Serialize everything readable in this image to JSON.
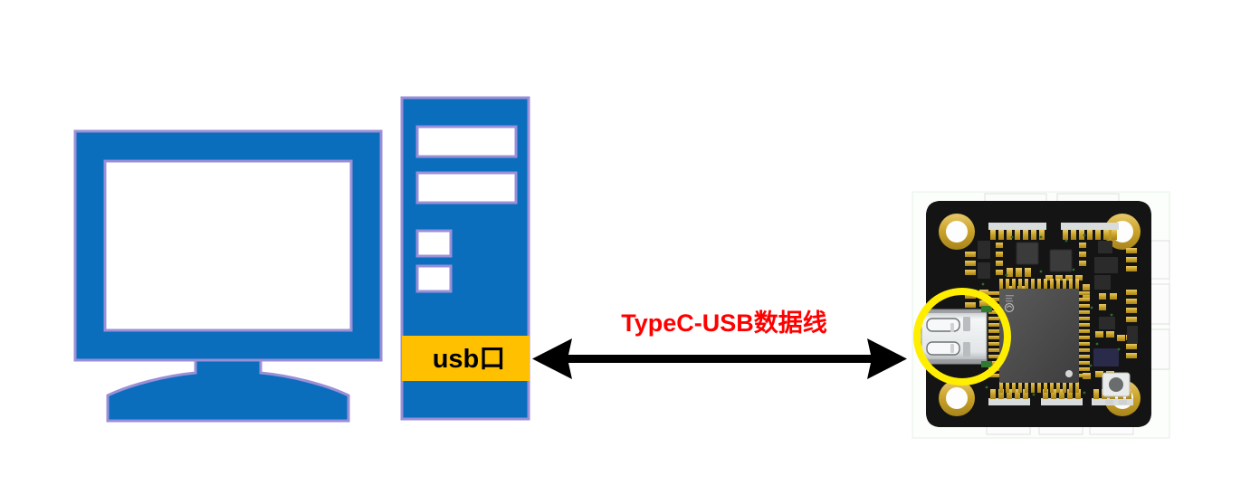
{
  "diagram": {
    "title_text_visible": false,
    "background_color": "#ffffff",
    "cable_label": "TypeC-USB数据线",
    "cable_label_color": "#ff0000",
    "usb_port_label": "usb口",
    "usb_port_label_color": "#000000",
    "usb_port_fill": "#ffc000",
    "computer_color": "#0a6ebd",
    "computer_outline_color": "#9a8fd8",
    "arrow_color": "#000000",
    "highlight_circle_color": "#ffee00",
    "pcb_board_color": "#141414",
    "pcb_pad_color": "#c9a227",
    "pcb_connector_color": "#f2f2f2",
    "pcb_mcu_color": "#4a4a4a",
    "nodes": [
      {
        "name": "desktop-computer",
        "label": "",
        "parts": [
          "monitor",
          "monitor-stand",
          "tower",
          "drive-bay-1",
          "drive-bay-2",
          "drive-bay-3",
          "drive-bay-4",
          "usb-port"
        ]
      },
      {
        "name": "flight-controller-board",
        "label": "",
        "parts": [
          "pcb",
          "usb-c-connector",
          "mcu-chip",
          "imu-chip-1",
          "imu-chip-2",
          "tactile-button",
          "mounting-holes",
          "edge-connectors"
        ]
      }
    ],
    "connection": {
      "from": "usb-port",
      "to": "usb-c-connector",
      "label": "TypeC-USB数据线",
      "style": "double-headed-arrow"
    }
  }
}
